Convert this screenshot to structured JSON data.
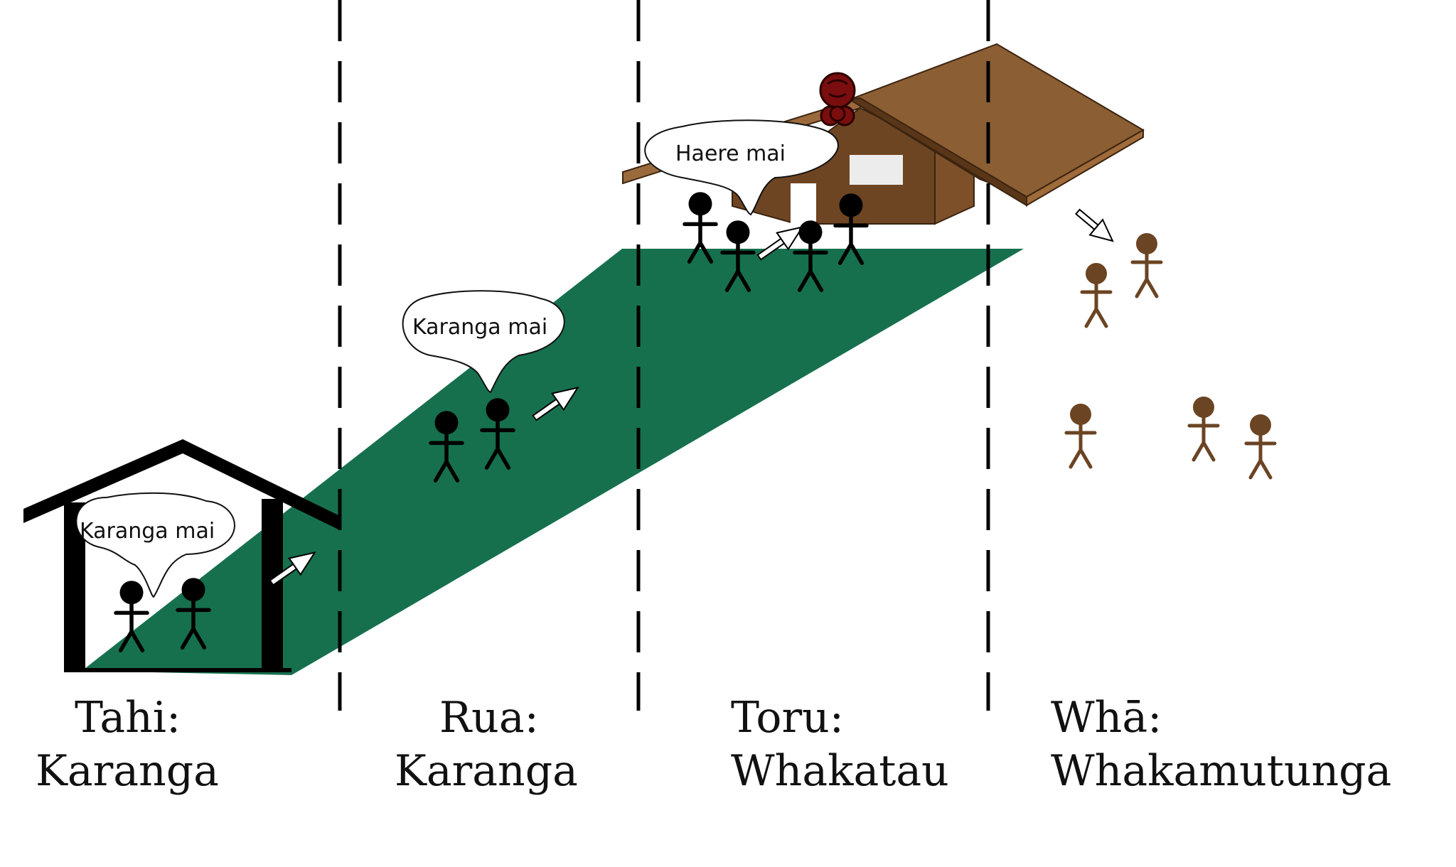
{
  "colors": {
    "grass": "#16704e",
    "person_host": "#000000",
    "person_visitor": "#6b4423",
    "roof": "#8b5e34",
    "wall": "#6e4522",
    "wall_light": "#a87544",
    "carving": "#7a0e0e",
    "divider": "#000000"
  },
  "bubbles": {
    "stage1": "Karanga mai",
    "stage2": "Karanga mai",
    "stage3": "Haere mai"
  },
  "stages": [
    {
      "number": "Tahi:",
      "name": "Karanga"
    },
    {
      "number": "Rua:",
      "name": "Karanga"
    },
    {
      "number": "Toru:",
      "name": "Whakatau"
    },
    {
      "number": "Whā:",
      "name": "Whakamutunga"
    }
  ],
  "icons": {
    "gateway": "waharoa-gateway-icon",
    "meeting_house": "wharenui-icon",
    "carving": "tekoteko-carving-icon",
    "arrow": "direction-arrow-icon",
    "person": "stick-person-icon"
  }
}
